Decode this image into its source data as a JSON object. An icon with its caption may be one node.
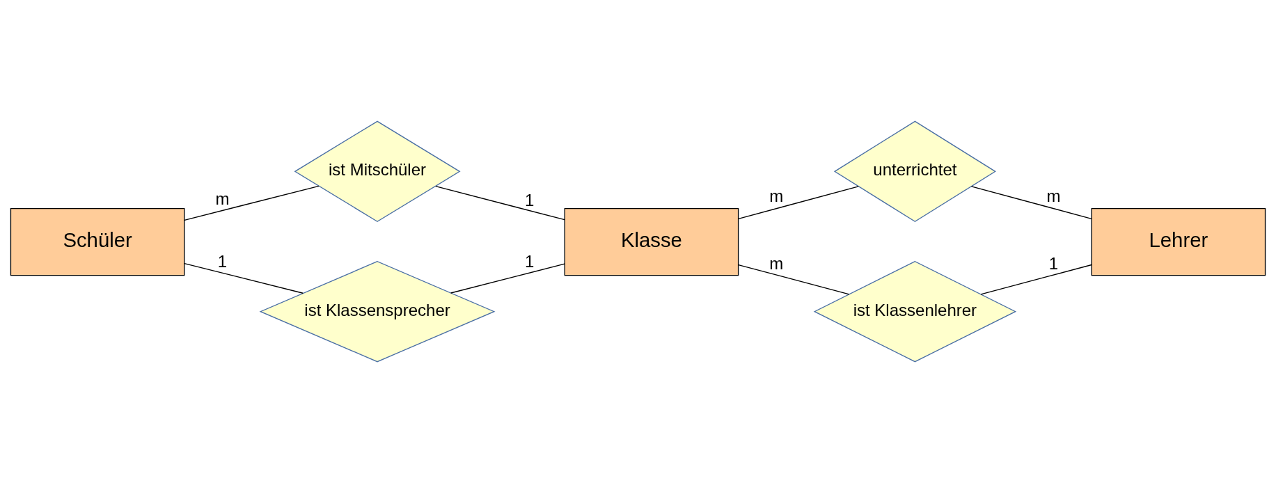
{
  "diagram": {
    "nodes": [
      {
        "text": [
          "ist Mitschüler"
        ]
      },
      {
        "text": [
          "unterrichtet"
        ]
      },
      {
        "text": [
          "Schüler"
        ]
      },
      {
        "text": [
          "Klasse"
        ]
      },
      {
        "text": [
          "Lehrer"
        ]
      },
      {
        "text": [
          "ist Klassensprecher"
        ]
      },
      {
        "text": [
          "ist Klassenlehrer"
        ]
      }
    ],
    "edges": [
      {
        "from": 2,
        "to": 0,
        "arrow": "none",
        "label": "m"
      },
      {
        "from": 0,
        "to": 3,
        "arrow": "none",
        "label": "1"
      },
      {
        "from": 3,
        "to": 1,
        "arrow": "none",
        "label": "m"
      },
      {
        "from": 1,
        "to": 4,
        "arrow": "none",
        "label": "m"
      },
      {
        "from": 2,
        "to": 5,
        "arrow": "none",
        "label": "1"
      },
      {
        "from": 5,
        "to": 3,
        "arrow": "none",
        "label": "1"
      },
      {
        "from": 3,
        "to": 6,
        "arrow": "none",
        "label": "m"
      },
      {
        "from": 6,
        "to": 4,
        "arrow": "none",
        "label": "1"
      }
    ]
  }
}
